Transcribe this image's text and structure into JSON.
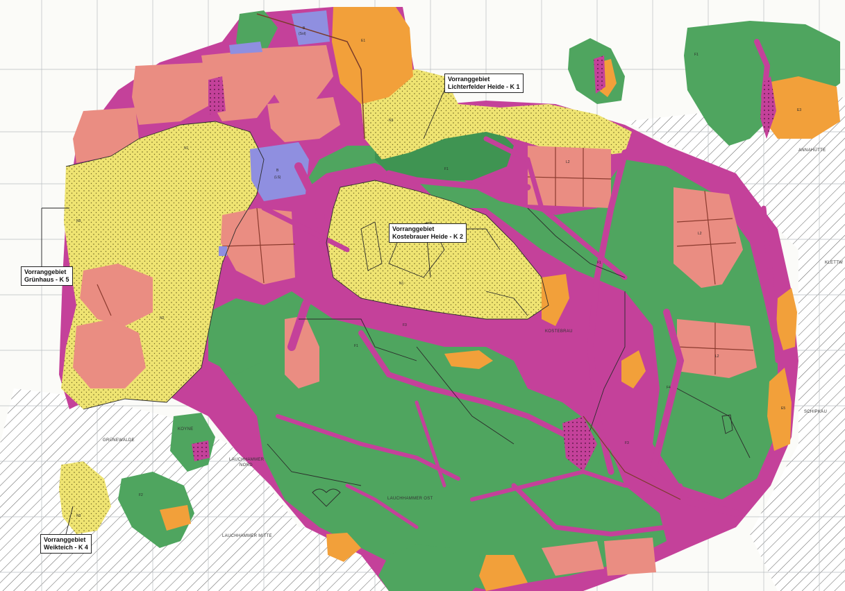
{
  "colors": {
    "forest_green": "#4fa55f",
    "dark_green": "#3f9452",
    "agriculture_salmon": "#ea8d82",
    "heathland_yellow": "#eee36c",
    "water_blue": "#8f8fe0",
    "orange_zone": "#f2a03a",
    "corridor_magenta": "#c4419a",
    "mining_hatch": "#555555",
    "grid_line": "#b8bcc0"
  },
  "callouts": {
    "k1": {
      "line1": "Vorranggebiet",
      "line2": "Lichterfelder Heide - K 1"
    },
    "k2": {
      "line1": "Vorranggebiet",
      "line2": "Kostebrauer Heide - K 2"
    },
    "k4": {
      "line1": "Vorranggebiet",
      "line2": "Weikteich - K 4"
    },
    "k5": {
      "line1": "Vorranggebiet",
      "line2": "Grünhaus - K 5"
    }
  },
  "places": {
    "annahuette": "ANNAHÜTTE",
    "klettwitz": "KLETTW",
    "kostebrau": "KOSTEBRAU",
    "schipkau": "SCHIPKAU",
    "gruenewalde": "GRÜNEWALDE",
    "koyne": "KOYNE",
    "lauchhammer_nord_1": "LAUCHHAMMER",
    "lauchhammer_nord_2": "NORD",
    "lauchhammer_ost": "LAUCHHAMMER OST",
    "lauchhammer_mitte": "LAUCHHAMMER MITTE"
  },
  "zone_codes": {
    "water_1": "B",
    "water_1b": "(Sol)",
    "water_2": "B",
    "water_2b": "(LS)",
    "ag": "L2",
    "heath_n1": "N1",
    "heath_n2": "N2",
    "heath_n3": "N3",
    "forest_f1": "F1",
    "forest_f2": "F2",
    "forest_f3": "F3",
    "forest_f4": "F4",
    "orange_e3": "E3",
    "orange_e1": "E1",
    "orange_e5": "E5"
  }
}
